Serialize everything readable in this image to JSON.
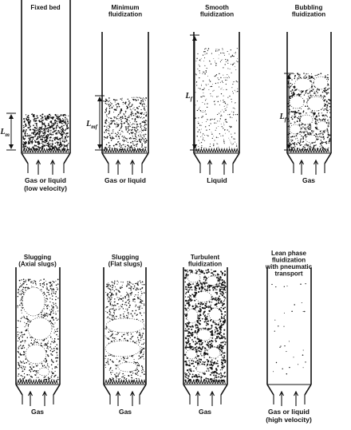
{
  "panels": [
    {
      "id": "fixed-bed",
      "title": [
        "Fixed bed"
      ],
      "gas": [
        "Gas or liquid",
        "(low velocity)"
      ],
      "dim": "L_m",
      "dim_main": "L",
      "dim_sub": "m"
    },
    {
      "id": "minimum-fluidization",
      "title": [
        "Minimum",
        "fluidization"
      ],
      "gas": [
        "Gas or liquid"
      ],
      "dim": "L_mf",
      "dim_main": "L",
      "dim_sub": "mf"
    },
    {
      "id": "smooth-fluidization",
      "title": [
        "Smooth",
        "fluidization"
      ],
      "gas": [
        "Liquid"
      ],
      "dim": "L_f",
      "dim_main": "L",
      "dim_sub": "f"
    },
    {
      "id": "bubbling-fluidization",
      "title": [
        "Bubbling",
        "fluidization"
      ],
      "gas": [
        "Gas"
      ],
      "dim": "L_f",
      "dim_main": "L",
      "dim_sub": "f"
    },
    {
      "id": "slugging-axial",
      "title": [
        "Slugging",
        "(Axial slugs)"
      ],
      "gas": [
        "Gas"
      ]
    },
    {
      "id": "slugging-flat",
      "title": [
        "Slugging",
        "(Flat slugs)"
      ],
      "gas": [
        "Gas"
      ]
    },
    {
      "id": "turbulent-fluidization",
      "title": [
        "Turbulent",
        "fluidization"
      ],
      "gas": [
        "Gas"
      ]
    },
    {
      "id": "lean-phase",
      "title": [
        "Lean phase",
        "fluidization",
        "with pneumatic",
        "transport"
      ],
      "gas": [
        "Gas or liquid",
        "(high velocity)"
      ]
    }
  ]
}
